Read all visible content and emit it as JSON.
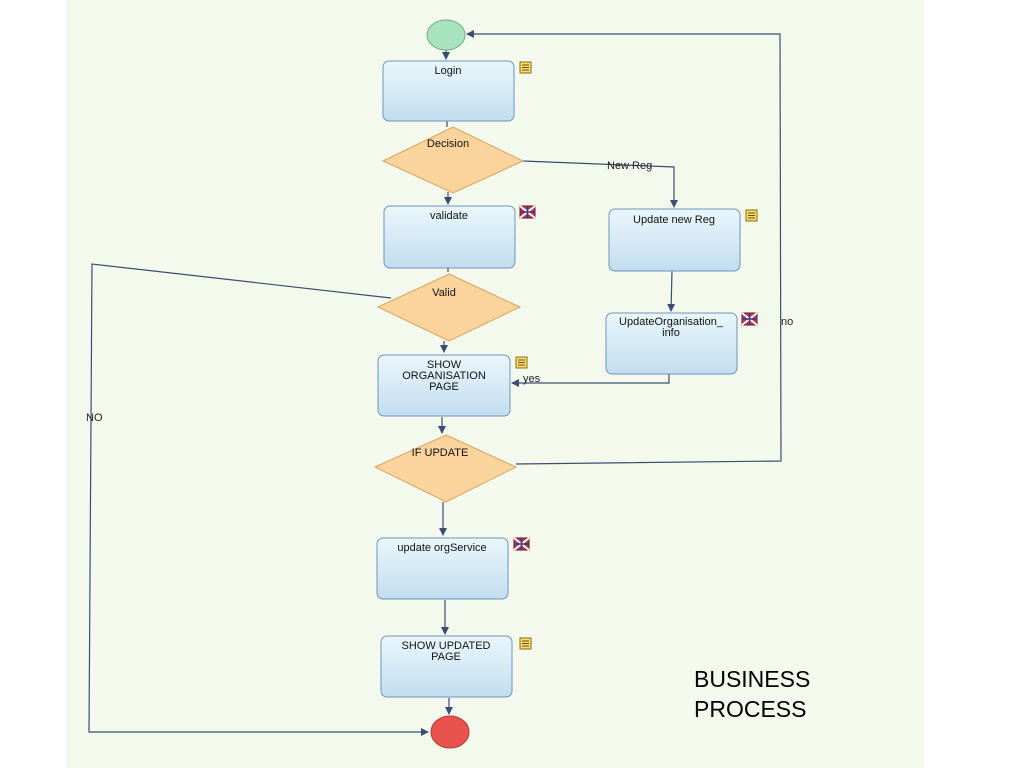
{
  "colors": {
    "canvas": "#f4f9ee",
    "task_fill_top": "#e9f7fc",
    "task_fill_bottom": "#c3def0",
    "task_stroke": "#6d94bd",
    "decision_fill": "#fbd39d",
    "decision_stroke": "#d9a560",
    "edge": "#3a4e74",
    "start": "#a7e3bd",
    "end": "#e8534d"
  },
  "icons": {
    "note": "note-icon",
    "service": "service-flag-icon"
  },
  "diagram": {
    "nodes": {
      "login": {
        "label": "Login"
      },
      "decision": {
        "label": "Decision"
      },
      "validate": {
        "label": "validate"
      },
      "valid": {
        "label": "Valid"
      },
      "update_new_reg": {
        "label": "Update new Reg"
      },
      "update_org_info": {
        "label_line1": "UpdateOrganisation_",
        "label_line2": "info"
      },
      "show_org_page": {
        "label_line1": "SHOW",
        "label_line2": "ORGANISATION",
        "label_line3": "PAGE"
      },
      "if_update": {
        "label": "IF UPDATE"
      },
      "update_org_service": {
        "label": "update orgService"
      },
      "show_updated_page": {
        "label_line1": "SHOW UPDATED",
        "label_line2": "PAGE"
      }
    },
    "edges": {
      "new_reg": "New Reg",
      "yes": "yes",
      "no_lower": "no",
      "no_upper": "NO"
    }
  },
  "caption": {
    "line1": "BUSINESS",
    "line2": "PROCESS"
  }
}
